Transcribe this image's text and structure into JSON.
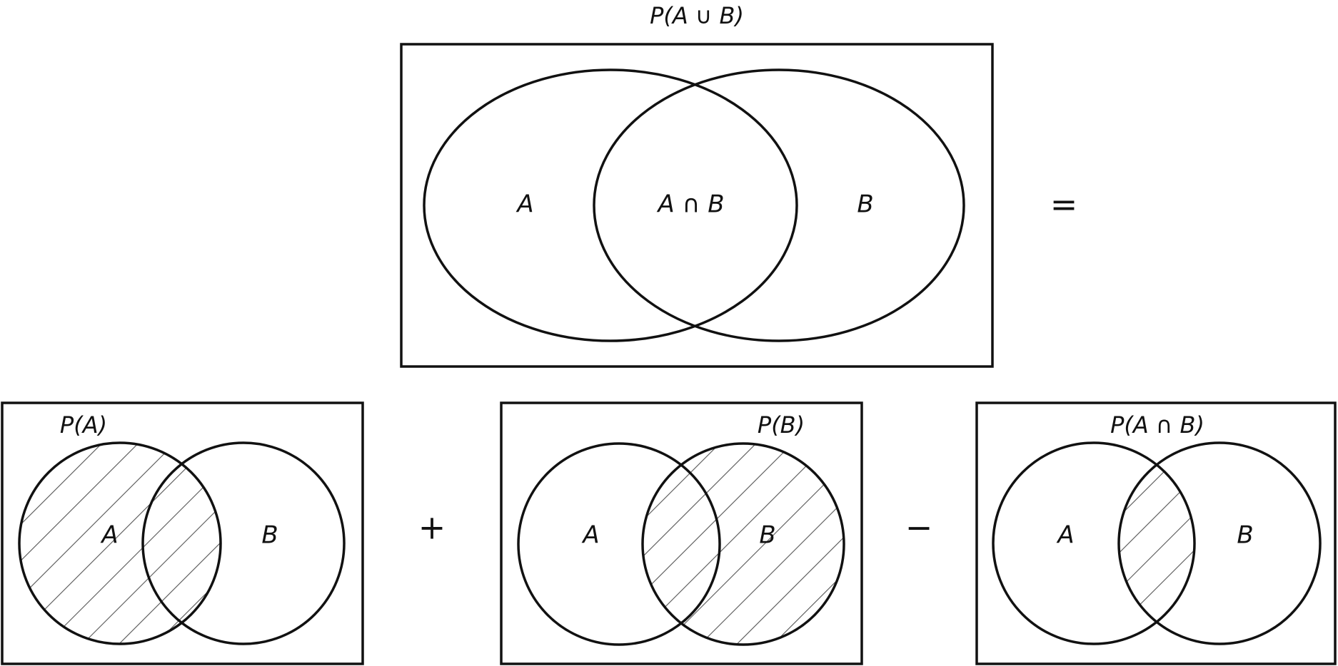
{
  "top_panel": {
    "title": "P(A ∪ B)",
    "label_a": "A",
    "label_ab": "A ∩ B",
    "label_b": "B"
  },
  "operators": {
    "equals": "=",
    "plus": "+",
    "minus": "−"
  },
  "panel_a": {
    "title": "P(A)",
    "label_a": "A",
    "label_b": "B",
    "shaded_region": "A"
  },
  "panel_b": {
    "title": "P(B)",
    "label_a": "A",
    "label_b": "B",
    "shaded_region": "B"
  },
  "panel_ab": {
    "title": "P(A ∩ B)",
    "label_a": "A",
    "label_b": "B",
    "shaded_region": "A ∩ B"
  },
  "colors": {
    "outline": "#111111",
    "hatch": "#555555",
    "background": "#ffffff"
  }
}
